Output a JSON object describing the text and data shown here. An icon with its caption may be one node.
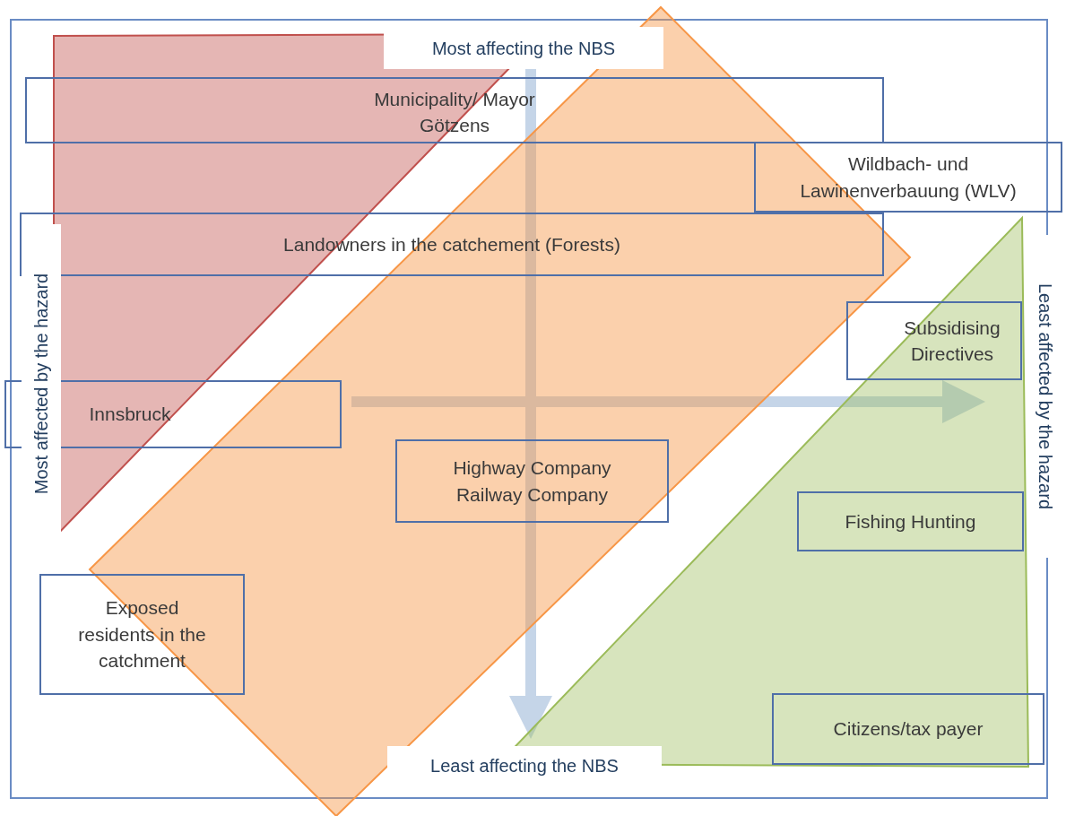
{
  "diagram": {
    "nodes": [
      {
        "text": [
          "Municipality/ Mayor Götzens"
        ]
      },
      {
        "text": [
          "Wildbach- und Lawinenverbauung (WLV)"
        ]
      },
      {
        "text": [
          "Landowners in the catchement (Forests)"
        ]
      },
      {
        "text": [
          "Subsidising Directives"
        ]
      },
      {
        "text": [
          "Innsbruck"
        ]
      },
      {
        "text": [
          "Highway Company Railway Company"
        ]
      },
      {
        "text": [
          "Fishing Hunting"
        ]
      },
      {
        "text": [
          "Exposed residents in the catchment"
        ]
      },
      {
        "text": [
          "Citizens/tax payer"
        ]
      }
    ],
    "labels": [
      "Most affecting the NBS",
      "Least affecting the NBS",
      "Most affected by the hazard",
      "Least affected by the hazard"
    ]
  }
}
